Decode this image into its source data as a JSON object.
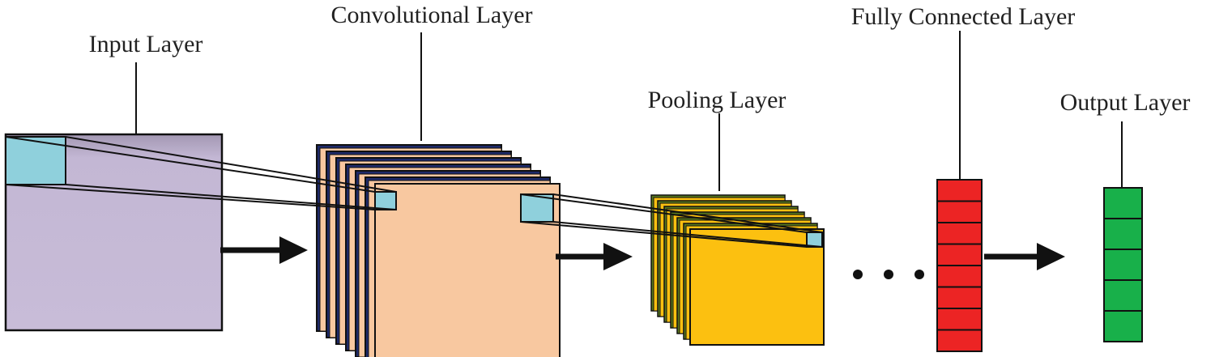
{
  "labels": {
    "input": "Input Layer",
    "convolutional": "Convolutional Layer",
    "pooling": "Pooling Layer",
    "fully_connected": "Fully Connected Layer",
    "output": "Output Layer"
  },
  "layers": {
    "conv_feature_maps": 7,
    "pool_feature_maps": 7,
    "fully_connected_cells": 8,
    "output_cells": 5
  },
  "colors": {
    "input_fill": "#c8bcd8",
    "receptive_field": "#8fd0dc",
    "conv_front": "#f8c8a0",
    "conv_back": "#1e2a6a",
    "pool_front": "#fcc010",
    "pool_back": "#5a7a1c",
    "fully_connected": "#ec2424",
    "output": "#18b04a",
    "stroke": "#111111"
  },
  "icons": {
    "arrow": "right-arrow-icon",
    "ellipsis": "ellipsis-dots-icon"
  }
}
